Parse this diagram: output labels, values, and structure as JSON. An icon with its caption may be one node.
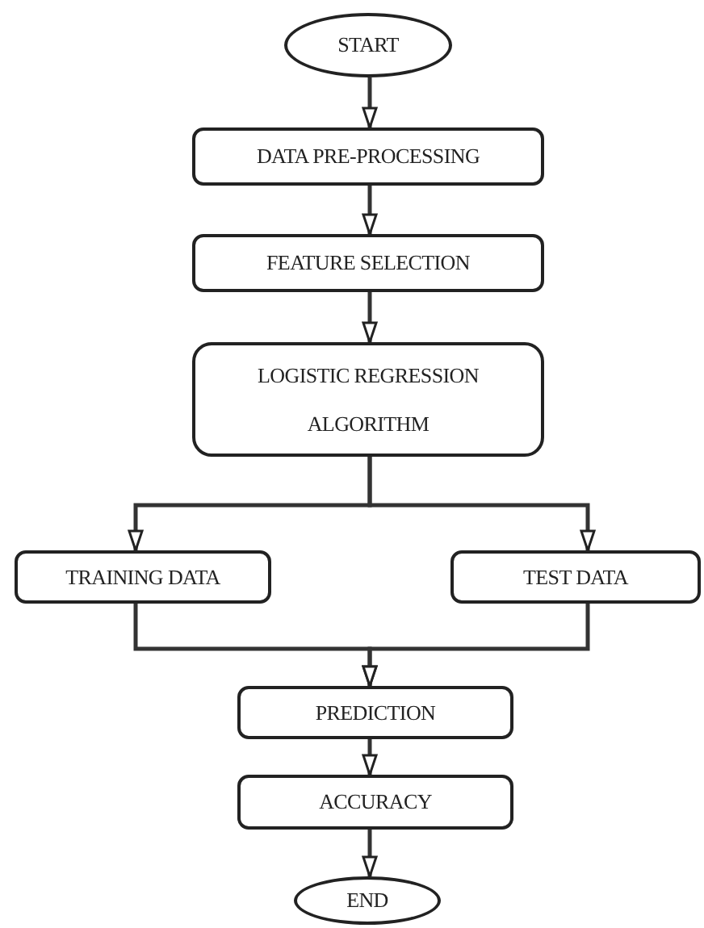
{
  "diagram": {
    "nodes": [
      {
        "text": [
          "START"
        ]
      },
      {
        "text": [
          "DATA PRE-PROCESSING"
        ]
      },
      {
        "text": [
          "FEATURE SELECTION"
        ]
      },
      {
        "text": [
          "LOGISTIC REGRESSION ALGORITHM"
        ]
      },
      {
        "text": [
          "TRAINING DATA"
        ]
      },
      {
        "text": [
          "TEST DATA"
        ]
      },
      {
        "text": [
          "PREDICTION"
        ]
      },
      {
        "text": [
          "ACCURACY"
        ]
      },
      {
        "text": [
          "END"
        ]
      }
    ],
    "edges": [
      {
        "from": 0,
        "to": 1,
        "arrow": "to"
      },
      {
        "from": 1,
        "to": 2,
        "arrow": "to"
      },
      {
        "from": 2,
        "to": 3,
        "arrow": "to"
      },
      {
        "from": 3,
        "to": 4,
        "arrow": "to"
      },
      {
        "from": 3,
        "to": 5,
        "arrow": "to"
      },
      {
        "from": 4,
        "to": 6,
        "arrow": "to"
      },
      {
        "from": 5,
        "to": 6,
        "arrow": "to"
      },
      {
        "from": 6,
        "to": 7,
        "arrow": "to"
      },
      {
        "from": 7,
        "to": 8,
        "arrow": "to"
      }
    ]
  }
}
